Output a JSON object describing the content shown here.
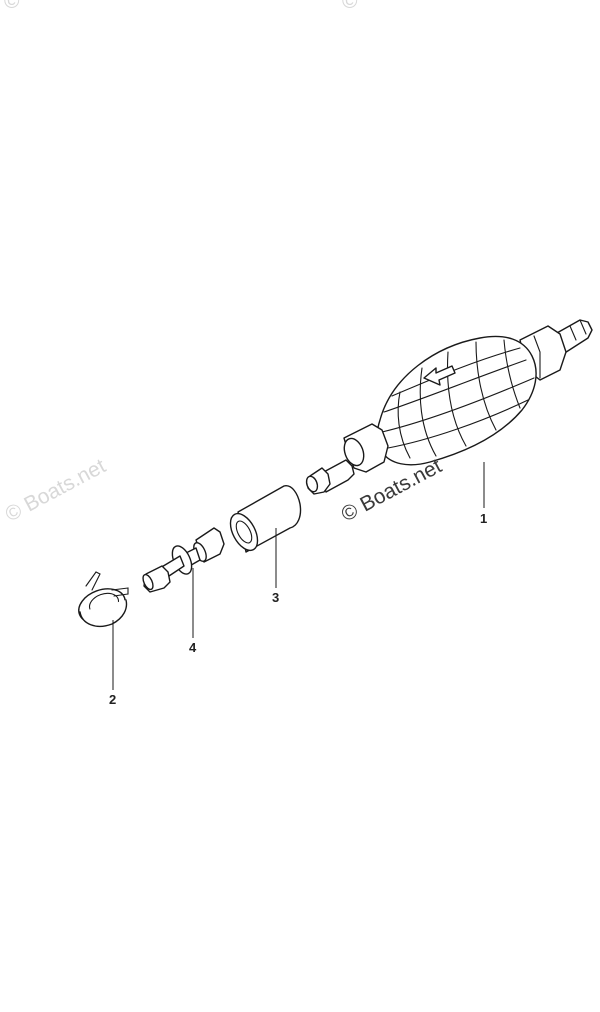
{
  "watermarks": {
    "left": "© Boats.net",
    "center": "© Boats.net",
    "top_right": "©",
    "top_left": "©"
  },
  "callouts": [
    {
      "id": "part-1",
      "label": "1"
    },
    {
      "id": "part-2",
      "label": "2"
    },
    {
      "id": "part-3",
      "label": "3"
    },
    {
      "id": "part-4",
      "label": "4"
    }
  ],
  "colors": {
    "line": "#1a1a1a",
    "watermark_faint": "#d8d8d8",
    "watermark_dark": "#3a3a3a"
  }
}
